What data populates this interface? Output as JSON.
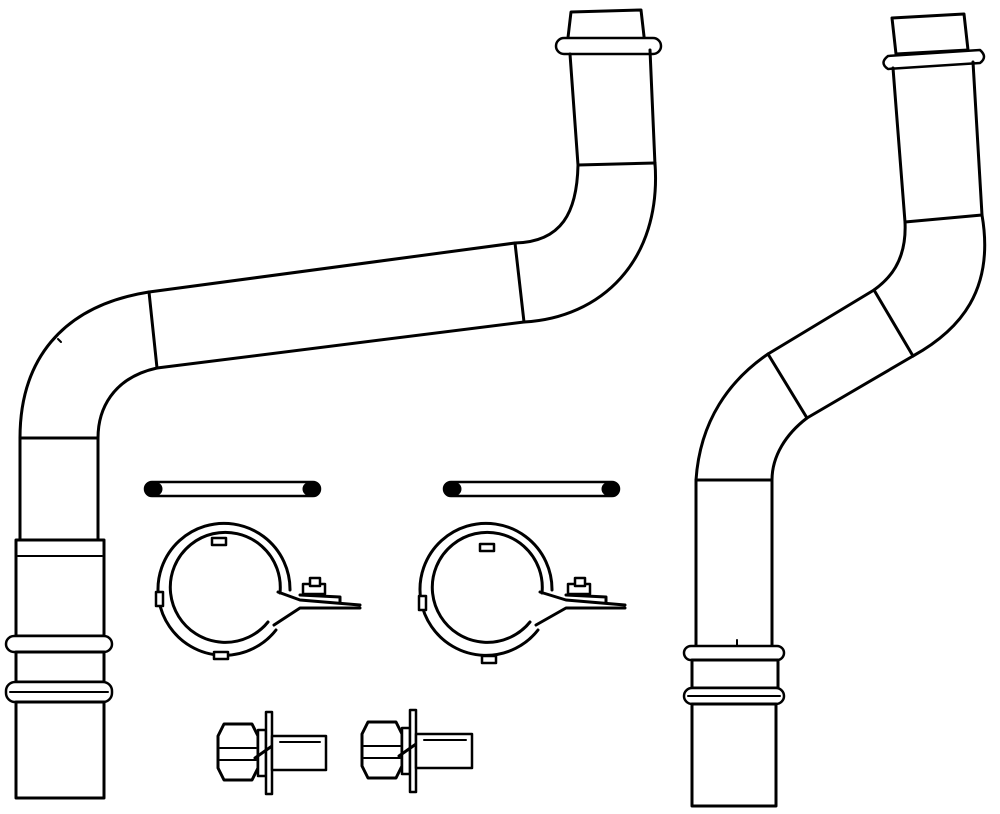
{
  "drawing": {
    "style": "black line art on white background",
    "line_color": "#000000",
    "background_color": "#ffffff",
    "parts": [
      {
        "name": "long-pipe-left",
        "kind": "pipe",
        "bends": 2,
        "segment_marks": 4
      },
      {
        "name": "pipe-right",
        "kind": "pipe",
        "bends": 2,
        "segment_marks": 4
      },
      {
        "name": "sealing-strip",
        "kind": "strip",
        "quantity": 2
      },
      {
        "name": "pipe-clamp",
        "kind": "clamp",
        "quantity": 2
      },
      {
        "name": "bolt-with-washers",
        "kind": "bolt",
        "quantity": 2
      }
    ]
  }
}
